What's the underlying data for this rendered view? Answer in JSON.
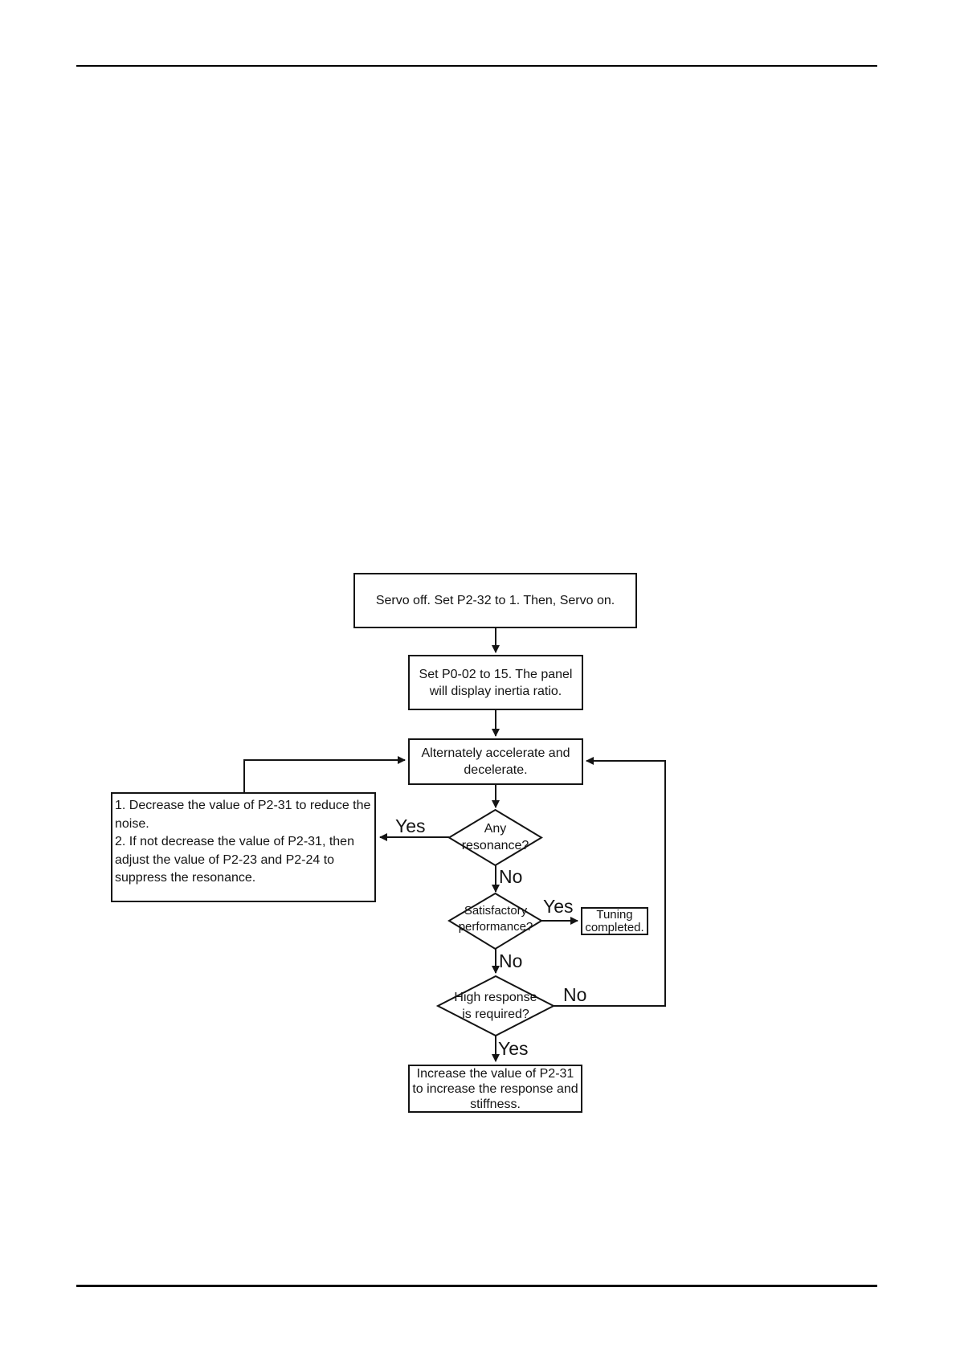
{
  "flowchart": {
    "nodes": {
      "servo": {
        "text": "Servo off. Set P2-32 to 1. Then, Servo on."
      },
      "panel": {
        "text": "Set P0-02 to 15. The panel\nwill display inertia ratio."
      },
      "accelerate": {
        "text": "Alternately accelerate and\ndecelerate."
      },
      "resonance": {
        "text": "Any\nresonance?"
      },
      "reduce": {
        "text": "1. Decrease the value of P2-31 to reduce the\nnoise.\n2. If not decrease the value of P2-31, then\nadjust the value of P2-23 and P2-24 to\nsuppress the resonance."
      },
      "satisfactory": {
        "text": "Satisfactory\nperformance?"
      },
      "tuning": {
        "text": "Tuning\ncompleted."
      },
      "high_response": {
        "text": "High response\nis required?"
      },
      "increase": {
        "text": "Increase the value of P2-31\nto increase the response and\nstiffness."
      }
    },
    "labels": {
      "resonance_yes": "Yes",
      "resonance_no": "No",
      "satisfactory_yes": "Yes",
      "satisfactory_no": "No",
      "high_response_no": "No",
      "high_response_yes": "Yes"
    },
    "colors": {
      "stroke": "#141414",
      "text": "#141414",
      "background": "#ffffff"
    }
  }
}
